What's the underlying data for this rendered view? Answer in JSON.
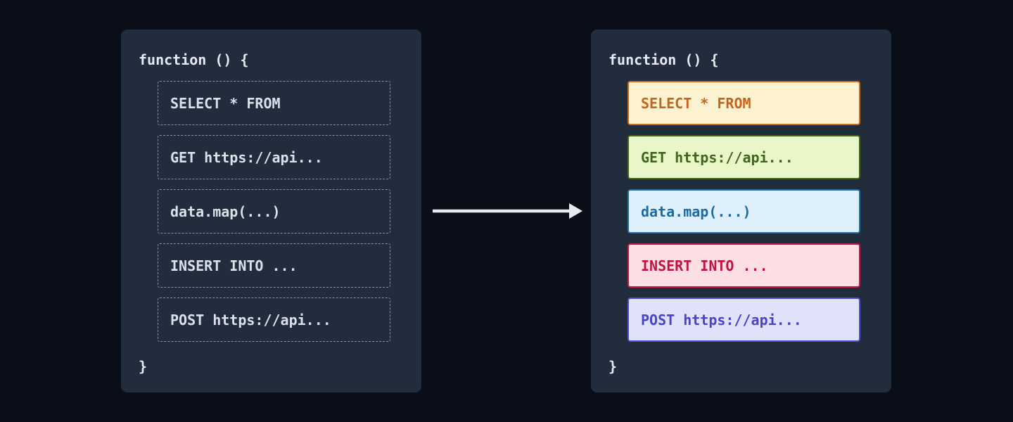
{
  "theme": {
    "page_bg": "#0a0e18",
    "panel_bg": "#212c3d",
    "code_text": "#e7eaf0",
    "dashed_border": "#8691a3",
    "left_block_text": "#dce1e9",
    "arrow_color": "#e9ebf0"
  },
  "left_panel": {
    "function_open": "function () {",
    "function_close": "}",
    "blocks": [
      {
        "label": "SELECT * FROM"
      },
      {
        "label": "GET https://api..."
      },
      {
        "label": "data.map(...)"
      },
      {
        "label": "INSERT INTO ..."
      },
      {
        "label": "POST https://api..."
      }
    ]
  },
  "right_panel": {
    "function_open": "function () {",
    "function_close": "}",
    "blocks": [
      {
        "label": "SELECT * FROM",
        "bg": "#fcf2cf",
        "border": "#c66a20",
        "text": "#c4651e"
      },
      {
        "label": "GET https://api...",
        "bg": "#e8f6c8",
        "border": "#42661c",
        "text": "#3f661c"
      },
      {
        "label": "data.map(...)",
        "bg": "#def0fb",
        "border": "#2172a8",
        "text": "#1a6ba0"
      },
      {
        "label": "INSERT INTO ...",
        "bg": "#fbdfe2",
        "border": "#c21a4b",
        "text": "#c11245"
      },
      {
        "label": "POST https://api...",
        "bg": "#e0e2f9",
        "border": "#4d4ed2",
        "text": "#4743cb"
      }
    ]
  }
}
